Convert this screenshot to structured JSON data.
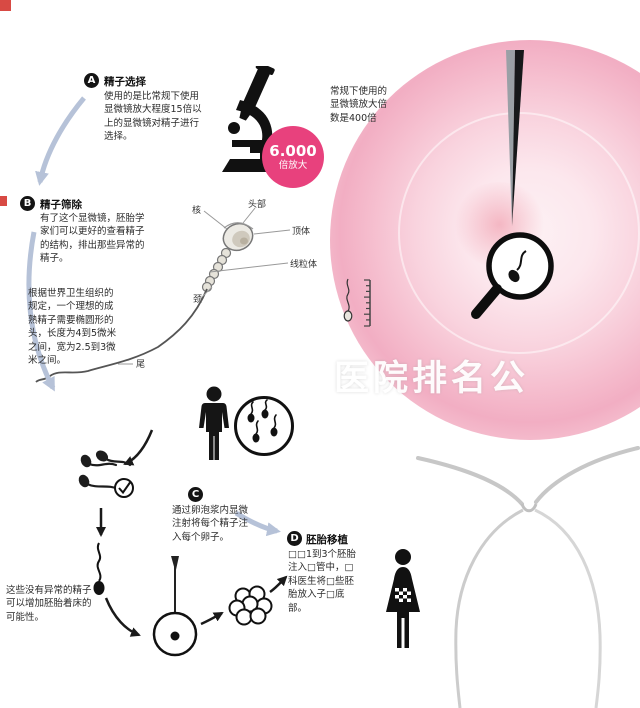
{
  "colors": {
    "accent_pink": "#e8417d",
    "arrow_blue": "#b6c2d8",
    "ink": "#141414",
    "egg_pink": "#f2aec3"
  },
  "watermark": "医院排名公",
  "magnification": {
    "value": "6.000",
    "unit": "倍放大"
  },
  "microscope_note": "常规下使用的显微镜放大倍数是400倍",
  "steps": {
    "a": {
      "badge": "A",
      "title": "精子选择",
      "body": "使用的是比常规下使用显微镜放大程度15倍以上的显微镜对精子进行选择。"
    },
    "b": {
      "badge": "B",
      "title": "精子筛除",
      "body1": "有了这个显微镜，胚胎学家们可以更好的查看精子的结构，排出那些异常的精子。",
      "body2": "根据世界卫生组织的规定，一个理想的成熟精子需要椭圆形的头，长度为4到5微米之间，宽为2.5到3微米之间。"
    },
    "c": {
      "badge": "C",
      "body": "通过卵泡浆内显微注射将每个精子注入每个卵子。"
    },
    "d": {
      "badge": "D",
      "title": "胚胎移植",
      "body": "□□1到3个胚胎注入□管中，□科医生将□些胚胎放入子□底部。"
    }
  },
  "sperm_labels": {
    "nucleus": "核",
    "head": "头部",
    "acrosome": "顶体",
    "mitochondria": "线粒体",
    "neck": "颈",
    "tail": "尾"
  },
  "bottom_note": "这些没有异常的精子可以增加胚胎着床的可能性。"
}
